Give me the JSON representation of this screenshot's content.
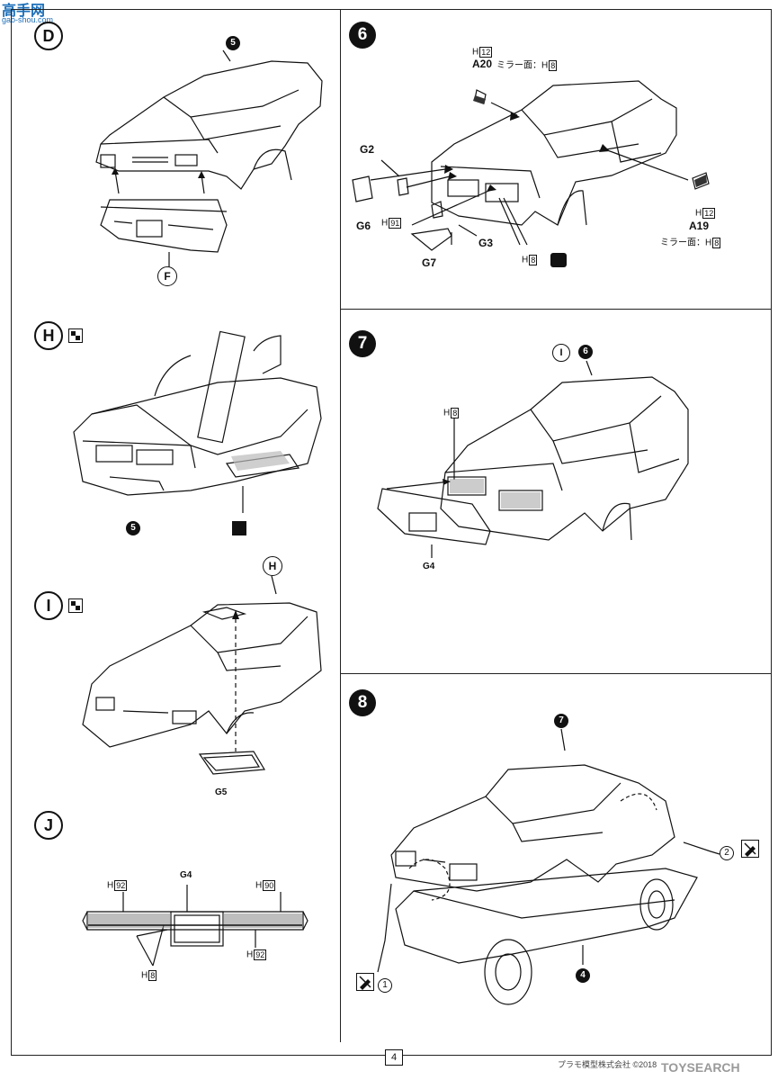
{
  "watermark": {
    "logo": "高手网",
    "url": "gao-shou.com",
    "right_logo": "TOYSEARCH"
  },
  "footer": {
    "page_number": "4",
    "credit": "プラモ模型株式会社 ©2018"
  },
  "panels": {
    "d": {
      "step": "D",
      "body_callout": "5",
      "bumper_part": "F"
    },
    "h": {
      "step": "H",
      "result_callout": "5"
    },
    "i": {
      "step": "I",
      "target_callout": "H",
      "glass_part": "G5"
    },
    "j": {
      "step": "J",
      "part": "G4",
      "paint_left_top": {
        "prefix": "H",
        "code": "92"
      },
      "paint_right_top": {
        "prefix": "H",
        "code": "90"
      },
      "paint_right_bottom": {
        "prefix": "H",
        "code": "92"
      },
      "paint_bottom": {
        "prefix": "H",
        "code": "8"
      }
    },
    "s6": {
      "step": "6",
      "mirror_left": {
        "paint_prefix": "H",
        "paint_code": "12",
        "part": "A20",
        "face_label": "ミラー面：H",
        "face_code": "8"
      },
      "mirror_right": {
        "paint_prefix": "H",
        "paint_code": "12",
        "part": "A19",
        "face_label": "ミラー面：H",
        "face_code": "8"
      },
      "parts": {
        "g2": "G2",
        "g6": "G6",
        "g3": "G3",
        "g7": "G7"
      },
      "paint_g6": {
        "prefix": "H",
        "code": "91"
      },
      "paint_g3": {
        "prefix": "H",
        "code": "8"
      }
    },
    "s7": {
      "step": "7",
      "sub_callout": "I",
      "body_callout": "6",
      "paint": {
        "prefix": "H",
        "code": "8"
      },
      "bumper_part": "G4"
    },
    "s8": {
      "step": "8",
      "body_callout": "7",
      "chassis_callout": "4",
      "glue_point_a": "1",
      "glue_point_b": "2"
    }
  },
  "colors": {
    "ink": "#111111",
    "watermark": "#1e6fb8"
  }
}
